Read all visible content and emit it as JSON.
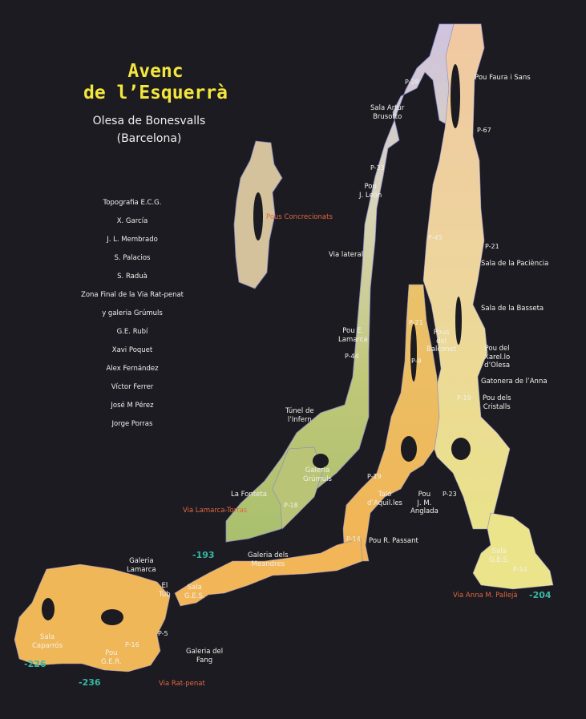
{
  "title": {
    "line1": "Avenc",
    "line2": "de l’Esquerrà"
  },
  "subtitle": {
    "line1": "Olesa de Bonesvalls",
    "line2": "(Barcelona)"
  },
  "credits": [
    "Topografia E.C.G.",
    "X. García",
    "J. L. Membrado",
    "S. Palacios",
    "S. Raduà",
    "Zona Final de la Via Rat-penat",
    "y galeria Grúmuls",
    "G.E. Rubí",
    "Xavi Poquet",
    "Alex Fernández",
    "Víctor Ferrer",
    "José M Pérez",
    "Jorge Porras"
  ],
  "places": {
    "pou_faura": "Pou Faura i Sans",
    "sala_artur_1": "Sala Artur",
    "sala_artur_2": "Brusotto",
    "pou_leon_1": "Pou",
    "pou_leon_2": "J. León",
    "pous_concrecionats": "Pous Concrecionats",
    "via_lateral": "Via lateral",
    "sala_paciencia": "Sala de la Paciència",
    "sala_basseta": "Sala de la Basseta",
    "pou_lamarca_1": "Pou E.",
    "pou_lamarca_2": "Lamarca",
    "pous_balconet_1": "Pous",
    "pous_balconet_2": "del",
    "pous_balconet_3": "Balconet",
    "pou_xarel_1": "Pou del",
    "pou_xarel_2": "Xarel.lo",
    "pou_xarel_3": "d’Olesa",
    "gatonera": "Gatonera de l’Anna",
    "pou_cristalls_1": "Pou dels",
    "pou_cristalls_2": "Cristalls",
    "tunel_1": "Túnel de",
    "tunel_2": "l’Infern",
    "grumuls_1": "Galeria",
    "grumuls_2": "Grúmuls",
    "fonteta": "La Fonteta",
    "talo_1": "Taló",
    "talo_2": "d’Aquil.les",
    "anglada_1": "Pou",
    "anglada_2": "J. M.",
    "anglada_3": "Anglada",
    "pou_passant": "Pou R. Passant",
    "meandres_1": "Galeria dels",
    "meandres_2": "Meandres",
    "sala_ges_r_1": "Sala",
    "sala_ges_r_2": "G.E.S.",
    "gal_lamarca_1": "Galeria",
    "gal_lamarca_2": "Lamarca",
    "tub_1": "El",
    "tub_2": "Tub",
    "sala_ges_l_1": "Sala",
    "sala_ges_l_2": "G.E.S.",
    "caparros_1": "Sala",
    "caparros_2": "Caparrós",
    "pou_ger_1": "Pou",
    "pou_ger_2": "G.E.R.",
    "gal_fang_1": "Galeria del",
    "gal_fang_2": "Fang"
  },
  "pitches": {
    "p28": "P-28",
    "p67": "P-67",
    "p33": "P-33",
    "p45": "P-45",
    "p21a": "P-21",
    "p21b": "P-21",
    "p9": "P-9",
    "p44": "P-44",
    "p19a": "P-19",
    "p19b": "P-19",
    "p18": "P-18",
    "p23": "P-23",
    "p14a": "P-14",
    "p14b": "P-14",
    "p16": "P-16",
    "p5": "P-5"
  },
  "routes": {
    "lamarca_torras": "Via Lamarca-Torras",
    "anna_palleja": "Via Anna M. Pallejà",
    "rat_penat": "Via Rat-penat"
  },
  "depths": {
    "d193": "-193",
    "d204": "-204",
    "d226": "-226",
    "d236": "-236"
  },
  "colors": {
    "background": "#1c1b21",
    "title": "#f3e63d",
    "route_label": "#e2673f",
    "depth_label": "#35b9a5",
    "cave_orange": "#f3b655",
    "cave_green": "#b7c272",
    "cave_yellow": "#ece48a",
    "cave_peach": "#ecc69a",
    "cave_lilac": "#c7bfd8"
  }
}
